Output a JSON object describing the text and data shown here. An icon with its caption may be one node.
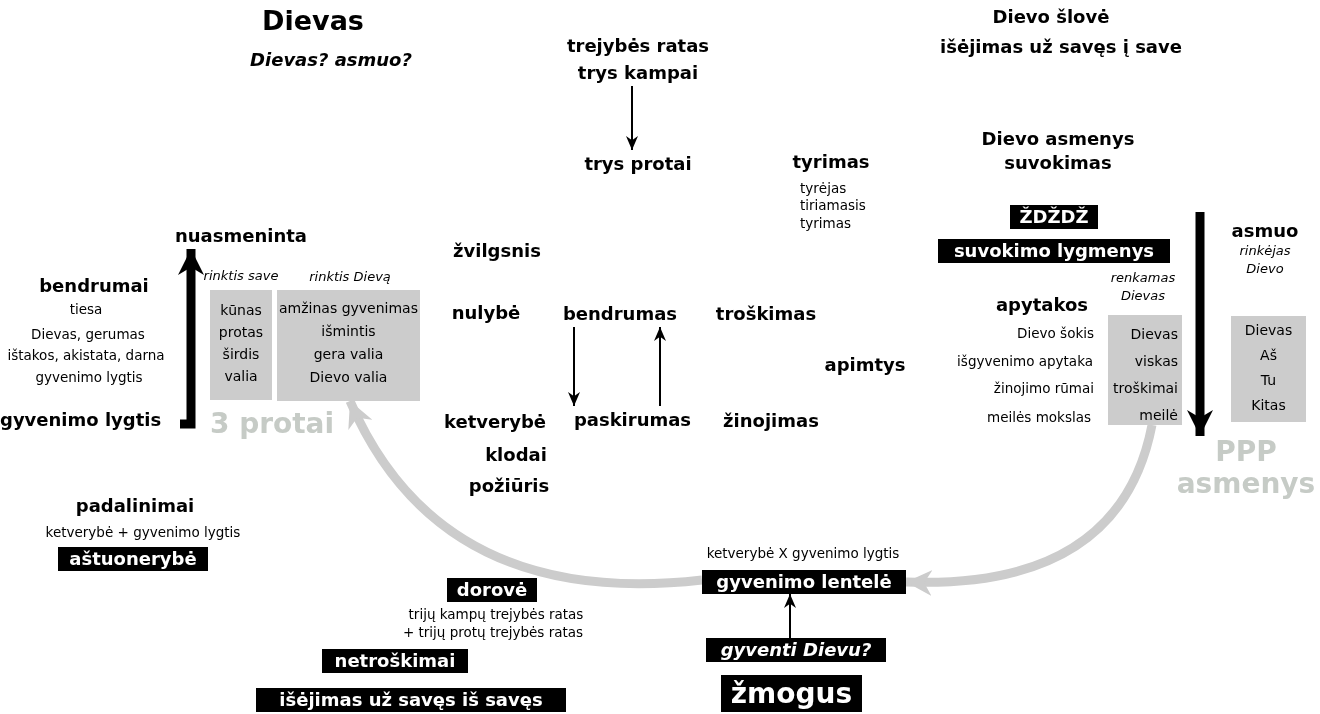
{
  "diagram": {
    "title": "Dievas",
    "nodes": [
      {
        "text": [
          "trejybės ratas trys kampai"
        ]
      },
      {
        "text": [
          "trys protai"
        ]
      },
      {
        "text": [
          "ŽDŽDŽ"
        ]
      },
      {
        "text": [
          "suvokimo lygmenys"
        ]
      },
      {
        "text": [
          "nuasmeninta"
        ]
      },
      {
        "text": [
          "gyvenimo lygtis"
        ]
      },
      {
        "text": [
          "kūnas",
          "protas",
          "širdis",
          "valia"
        ],
        "beside": [
          "rinktis save"
        ]
      },
      {
        "text": [
          "amžinas gyvenimas",
          "išmintis",
          "gera valia",
          "Dievo valia"
        ],
        "beside": [
          "rinktis Dievą"
        ]
      },
      {
        "text": [
          "bendrumas"
        ]
      },
      {
        "text": [
          "paskirumas"
        ]
      },
      {
        "text": [
          "Dievas",
          "viskas",
          "troškimai",
          "meilė"
        ],
        "beside": [
          "renkamas Dievas"
        ]
      },
      {
        "text": [
          "Dievas",
          "Aš",
          "Tu",
          "Kitas"
        ]
      },
      {
        "text": [
          "PPP asmenys"
        ]
      },
      {
        "text": [
          "aštuonerybė"
        ],
        "beside": [
          "ketverybė + gyvenimo lygtis"
        ]
      },
      {
        "text": [
          "dorovė"
        ],
        "beside": [
          "trijų kampų trejybės ratas",
          "+ trijų protų trejybės ratas"
        ]
      },
      {
        "text": [
          "gyvenimo lentelė"
        ],
        "beside": [
          "ketverybė X gyvenimo lygtis"
        ]
      },
      {
        "text": [
          "netroškimai"
        ]
      },
      {
        "text": [
          "gyventi Dievu?"
        ]
      },
      {
        "text": [
          "išėjimas už savęs iš savęs"
        ]
      },
      {
        "text": [
          "žmogus"
        ]
      }
    ],
    "edges": [
      {
        "from": 0,
        "to": 1,
        "arrow": "to"
      },
      {
        "from": 5,
        "to": 4,
        "arrow": "to",
        "style": "thick"
      },
      {
        "from": 8,
        "to": 9,
        "arrow": "to"
      },
      {
        "from": 9,
        "to": 8,
        "arrow": "to"
      },
      {
        "from": null,
        "to": 12,
        "arrow": "to",
        "style": "thick"
      },
      {
        "from": 10,
        "to": 15,
        "arrow": "to",
        "style": "thick",
        "color": "#cccccc"
      },
      {
        "from": 15,
        "to": 7,
        "arrow": "to",
        "style": "thick",
        "color": "#cccccc"
      },
      {
        "from": 17,
        "to": 15,
        "arrow": "to"
      }
    ],
    "labels": [
      "Dievas? asmuo?",
      "Dievo šlovė",
      "išėjimas už savęs į save",
      "Dievo asmenys suvokimas",
      "tyrimas",
      "tyrėjas",
      "tiriamasis",
      "tyrimas",
      "žvilgsnis",
      "asmuo",
      "rinkėjas Dievo",
      "bendrumai",
      "tiesa",
      "Dievas, gerumas",
      "ištakos, akistata, darna",
      "gyvenimo lygtis",
      "nulybė",
      "troškimas",
      "apytakos",
      "Dievo šokis",
      "apimtys",
      "išgyvenimo apytaka",
      "žinojimo rūmai",
      "meilės mokslas",
      "ketverybė",
      "žinojimas",
      "3 protai",
      "klodai",
      "požiūris",
      "padalinimai"
    ]
  }
}
